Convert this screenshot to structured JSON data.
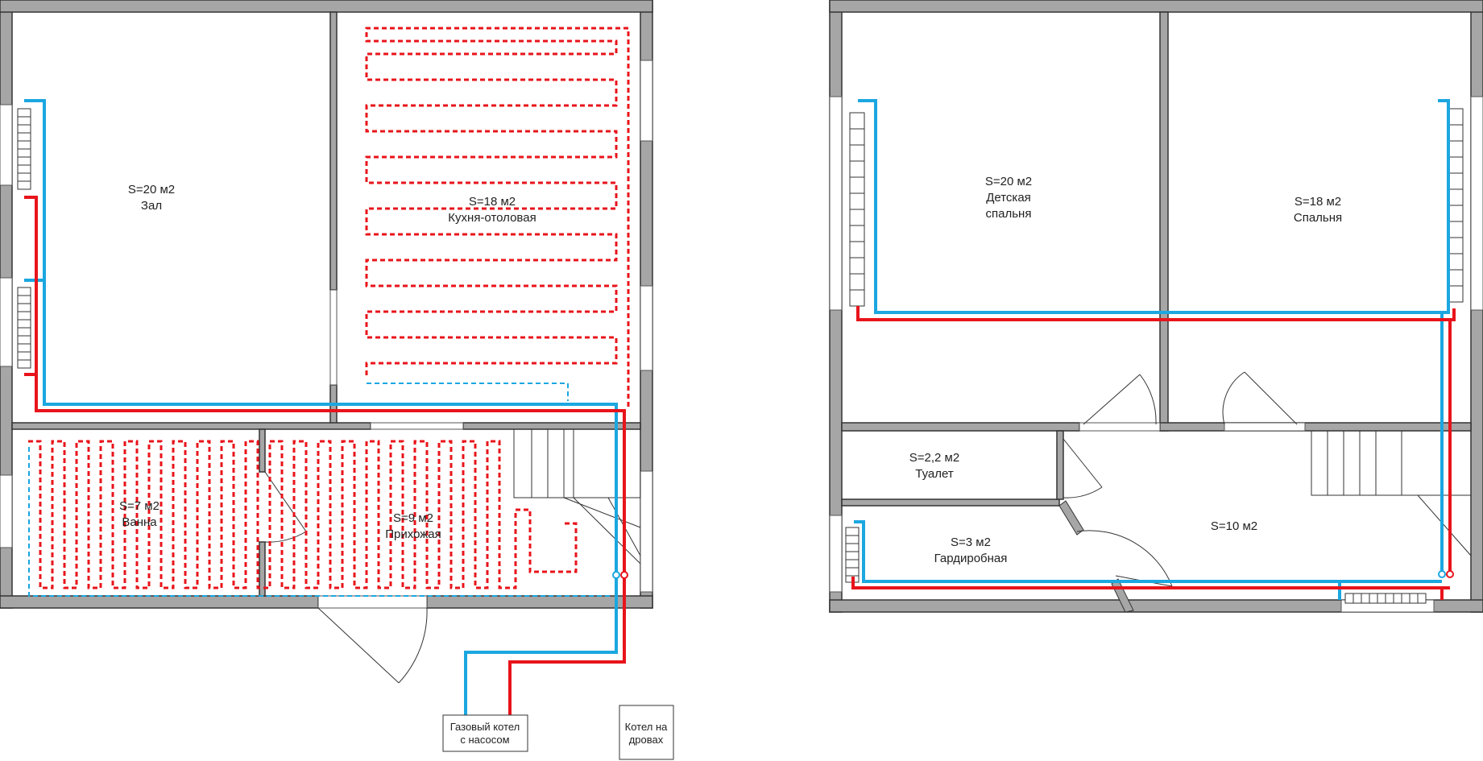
{
  "colors": {
    "wall": "#a6a6a6",
    "outline": "#333333",
    "supply": "#e8141b",
    "return": "#1ba7e0"
  },
  "ground_floor": {
    "rooms": [
      {
        "area": "S=20 м2",
        "name": "Зал"
      },
      {
        "area": "S=18 м2",
        "name": "Кухня-отоловая"
      },
      {
        "area": "S=7 м2",
        "name": "Ванна"
      },
      {
        "area": "S=9 м2",
        "name": "Прихожая"
      }
    ],
    "boilers": [
      {
        "line1": "Газовый котел",
        "line2": "с насосом"
      },
      {
        "line1": "Котел на",
        "line2": "дровах"
      }
    ]
  },
  "upper_floor": {
    "rooms": [
      {
        "area": "S=20 м2",
        "name": "Детская",
        "name2": "спальня"
      },
      {
        "area": "S=18 м2",
        "name": "Спальня"
      },
      {
        "area": "S=2,2 м2",
        "name": "Туалет"
      },
      {
        "area": "S=3 м2",
        "name": "Гардиробная"
      },
      {
        "area": "S=10 м2"
      }
    ]
  }
}
